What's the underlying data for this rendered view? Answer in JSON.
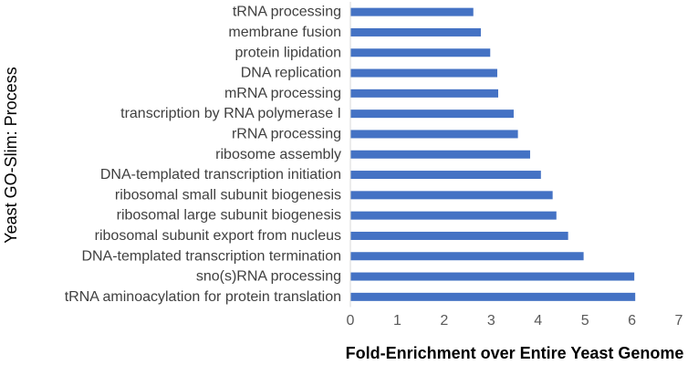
{
  "chart_data": {
    "type": "bar",
    "orientation": "horizontal",
    "categories": [
      "tRNA processing",
      "membrane fusion",
      "protein lipidation",
      "DNA replication",
      "mRNA processing",
      "transcription by RNA polymerase I",
      "rRNA processing",
      "ribosome assembly",
      "DNA-templated transcription initiation",
      "ribosomal small subunit biogenesis",
      "ribosomal large subunit biogenesis",
      "ribosomal subunit export from nucleus",
      "DNA-templated transcription termination",
      "sno(s)RNA processing",
      "tRNA aminoacylation for protein translation"
    ],
    "values": [
      2.62,
      2.78,
      2.98,
      3.13,
      3.15,
      3.48,
      3.57,
      3.83,
      4.06,
      4.31,
      4.39,
      4.64,
      4.97,
      6.05,
      6.07
    ],
    "xlabel": "Fold-Enrichment over Entire Yeast Genome",
    "ylabel": "Yeast GO-Slim: Process",
    "xlim": [
      0,
      7
    ],
    "xticks": [
      "0",
      "1",
      "2",
      "3",
      "4",
      "5",
      "6",
      "7"
    ],
    "bar_color": "#4472C4",
    "grid": false
  }
}
